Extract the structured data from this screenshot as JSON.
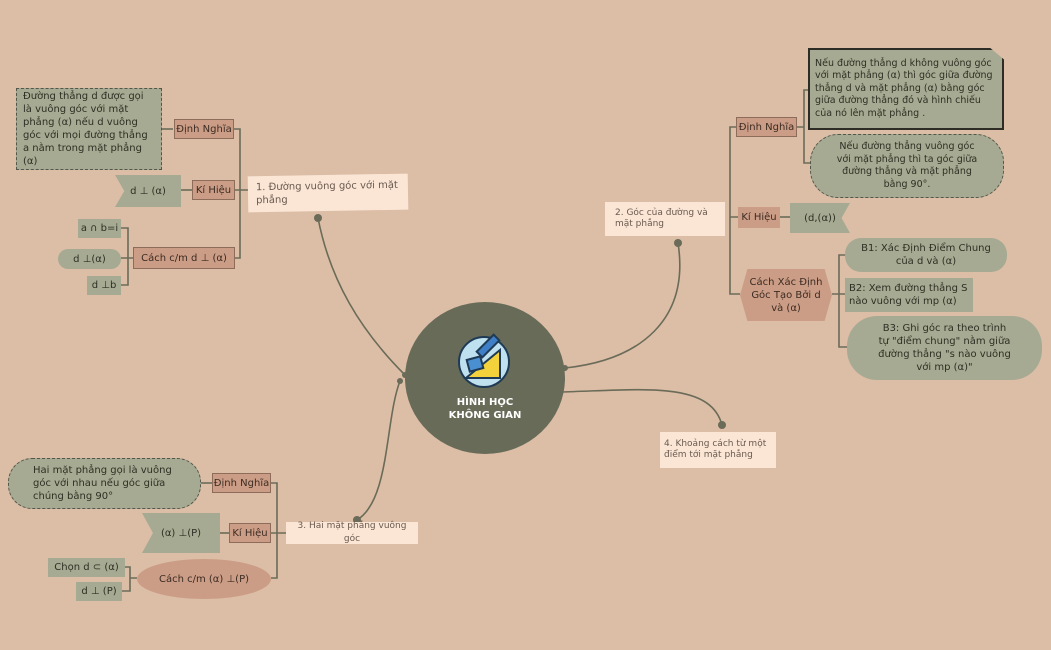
{
  "center": {
    "line1": "HÌNH HỌC",
    "line2": "KHÔNG GIAN"
  },
  "topics": {
    "t1": {
      "title": "1. Đường vuông góc với mặt phẳng",
      "definition_label": "Định Nghĩa",
      "definition_text": "Đường thẳng d được gọi là vuông góc với mặt phẳng (α) nếu d vuông góc với mọi đường thẳng a nằm trong mặt phẳng (α)",
      "symbol_label": "Kí Hiệu",
      "symbol_value": "d ⊥ (α)",
      "proof_label": "Cách c/m d ⊥ (α)",
      "proof_items": [
        "a ∩ b=i",
        "d ⊥(α)",
        "d ⊥b"
      ]
    },
    "t2": {
      "title": "2. Góc của đường và mặt phẳng",
      "definition_label": "Định Nghĩa",
      "definition_text_1": "Nếu đường thẳng d không vuông góc với mặt phẳng (α) thì góc giữa đường thẳng d và mặt phẳng (α) bằng góc giữa đường thẳng đó và hình chiếu của nó lên mặt phẳng .",
      "definition_text_2": "Nếu đường thẳng vuông góc với mặt phẳng thì ta góc giữa đường thẳng và mặt phẳng bằng 90°.",
      "symbol_label": "Kí Hiệu",
      "symbol_value": "(d,(α))",
      "method_label": "Cách Xác Định Góc Tạo Bởi d và (α)",
      "steps": [
        "B1: Xác Định Điểm Chung của d và (α)",
        "B2: Xem đường thẳng S nào vuông với mp (α)",
        "B3: Ghi góc ra theo trình tự \"điểm chung\" nằm giữa đường thẳng \"s nào vuông với mp (α)\""
      ]
    },
    "t3": {
      "title": "3. Hai mặt phẳng vuông góc",
      "definition_label": "Định Nghĩa",
      "definition_text": "Hai mặt phẳng gọi là vuông góc với nhau nếu góc giữa chúng bằng 90°",
      "symbol_label": "Kí Hiệu",
      "symbol_value": "(α) ⊥(P)",
      "proof_label": "Cách c/m (α) ⊥(P)",
      "proof_items": [
        "Chọn d ⊂ (α)",
        "d ⊥ (P)"
      ]
    },
    "t4": {
      "title": "4. Khoảng cách từ một điểm tới mặt phẳng"
    }
  },
  "colors": {
    "background": "#dcbea7",
    "center": "#686b58",
    "green_node": "#a7aa92",
    "brown_node": "#cc9d86",
    "cream_node": "#fbe6d6",
    "line": "#6a6b58"
  }
}
